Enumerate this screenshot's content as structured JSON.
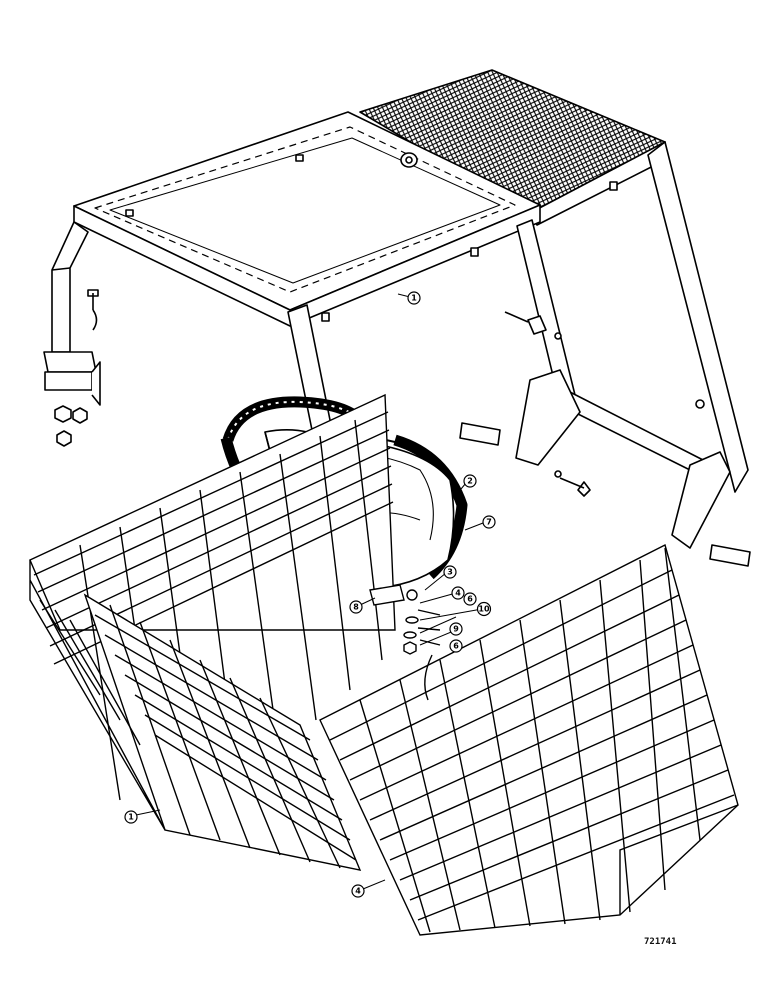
{
  "figure_number": "721741",
  "callouts": [
    {
      "id": "roof-frame",
      "label": "1"
    },
    {
      "id": "seat-belt",
      "label": "2"
    },
    {
      "id": "seat",
      "label": "7"
    },
    {
      "id": "bolt-a",
      "label": "3"
    },
    {
      "id": "washer-a",
      "label": "4"
    },
    {
      "id": "nut-a",
      "label": "6"
    },
    {
      "id": "washer-b",
      "label": "10"
    },
    {
      "id": "lockwasher",
      "label": "9"
    },
    {
      "id": "nut-b",
      "label": "6"
    },
    {
      "id": "bracket-nut",
      "label": "8"
    },
    {
      "id": "side-screen",
      "label": "1"
    },
    {
      "id": "rear-screen",
      "label": "4"
    }
  ]
}
